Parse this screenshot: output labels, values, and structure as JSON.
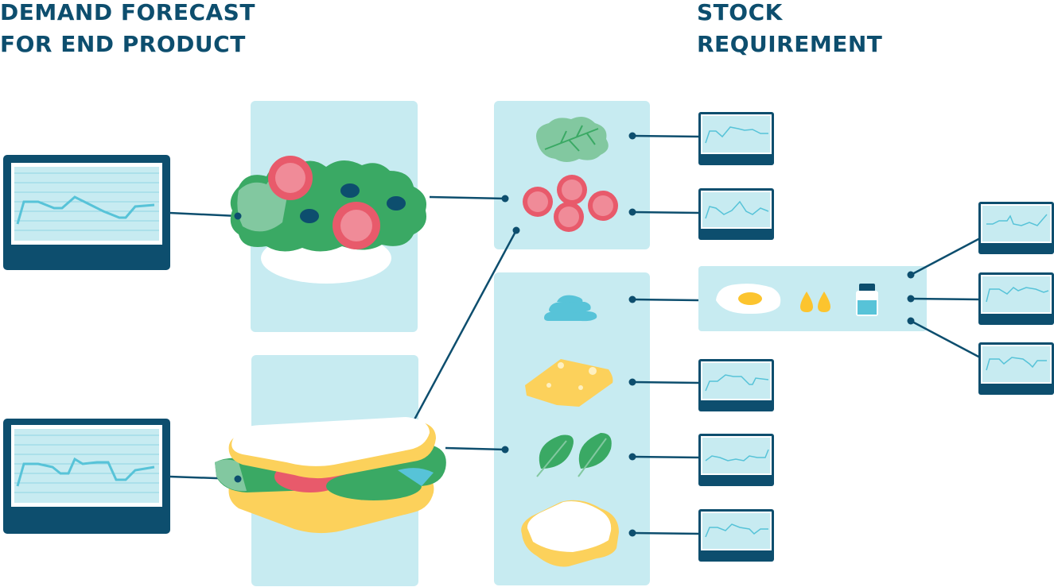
{
  "headings": {
    "demand_forecast": [
      "DEMAND FORECAST",
      "FOR END PRODUCT"
    ],
    "stock_requirement": [
      "STOCK",
      "REQUIREMENT"
    ]
  },
  "colors": {
    "dark_blue": "#0d4e6e",
    "panel_blue": "#c7ebf1",
    "chart_line": "#57c3d8",
    "tomato_red": "#e85a6b",
    "lettuce_green": "#3aa964",
    "bread_yellow": "#fcd15b"
  },
  "end_products": [
    "salad-icon",
    "sandwich-icon"
  ],
  "ingredients": [
    "lettuce-icon",
    "tomato-slices-icon",
    "mayonnaise-icon",
    "cheese-icon",
    "spinach-icon",
    "bread-slice-icon"
  ],
  "sub_ingredients": [
    "fried-egg-icon",
    "oil-drops-icon",
    "salt-shaker-icon"
  ]
}
